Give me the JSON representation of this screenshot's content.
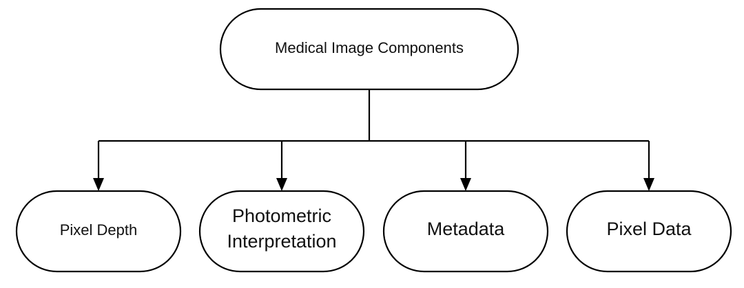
{
  "diagram": {
    "root": {
      "label": "Medical Image Components"
    },
    "children": [
      {
        "label_lines": [
          "Pixel Depth"
        ]
      },
      {
        "label_lines": [
          "Photometric",
          "Interpretation"
        ]
      },
      {
        "label_lines": [
          "Metadata"
        ]
      },
      {
        "label_lines": [
          "Pixel Data"
        ]
      }
    ],
    "colors": {
      "stroke": "#000000",
      "fill": "#ffffff",
      "text": "#111111"
    }
  }
}
